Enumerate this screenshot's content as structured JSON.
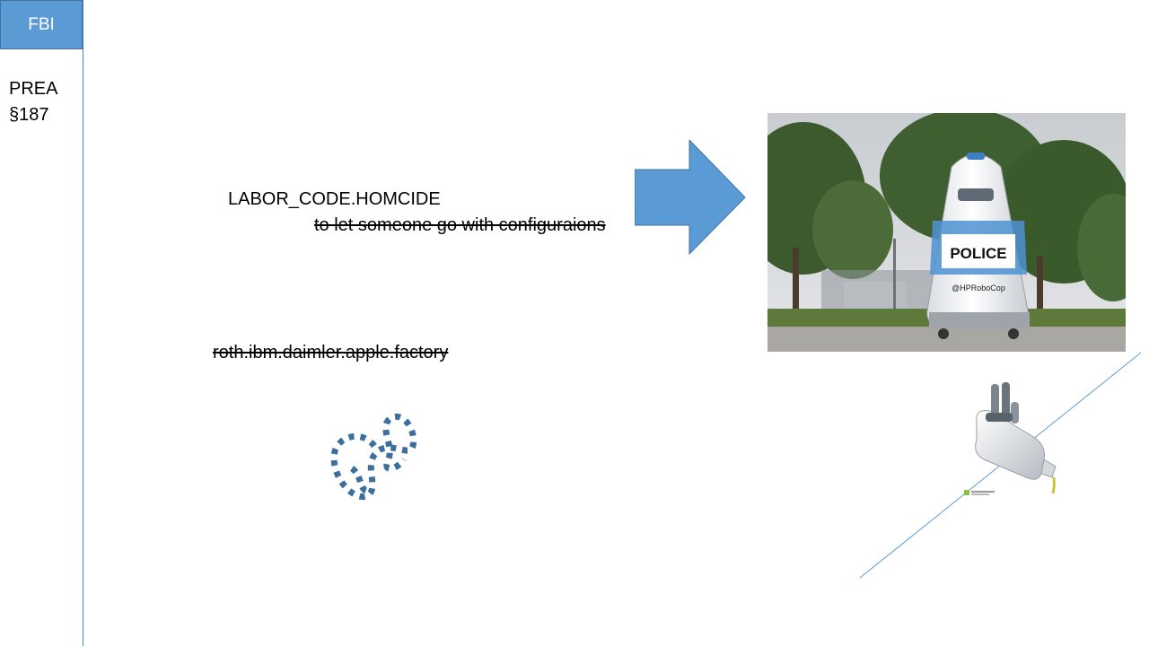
{
  "side_panel": {
    "tab_label": "FBI",
    "note_line1": "PREA",
    "note_line2": "§187"
  },
  "texts": {
    "labor_code": "LABOR_CODE.HOMCIDE",
    "configurations": "to let someone go with configuraions",
    "factory": "roth.ibm.daimler.apple.factory"
  },
  "photo": {
    "police_label": "POLICE",
    "handle_label": "@HPRoboCop"
  },
  "colors": {
    "accent": "#5b9bd5",
    "accent_border": "#41719c",
    "line": "#4a86c5",
    "scribble": "#3d6f9e"
  }
}
